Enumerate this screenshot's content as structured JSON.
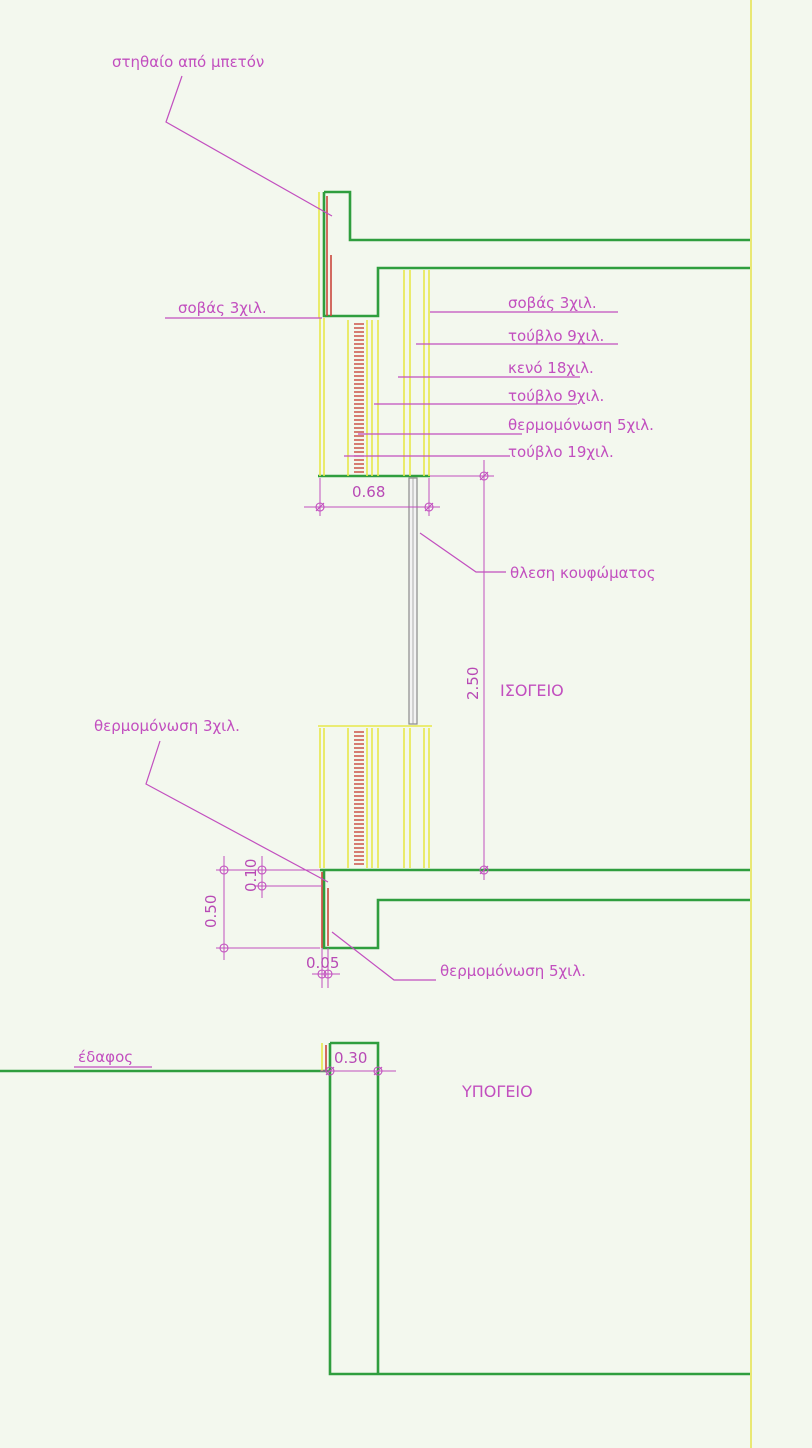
{
  "labels": {
    "parapet": "στηθαίο από μπετόν",
    "plaster_left": "σοβάς 3χιλ.",
    "layer_plaster": "σοβάς 3χιλ.",
    "layer_brick_9a": "τούβλο 9χιλ.",
    "layer_gap": "κενό 18χιλ.",
    "layer_brick_9b": "τούβλο 9χιλ.",
    "layer_insulation_5": "θερμομόνωση 5χιλ.",
    "layer_brick_19": "τούβλο 19χιλ.",
    "frame_seat": "θλεση κουφώματος",
    "ground_floor": "ΙΣΟΓΕΙΟ",
    "insulation_3": "θερμομόνωση 3χιλ.",
    "insulation_5_bottom": "θερμομόνωση 5χιλ.",
    "ground": "έδαφος",
    "basement": "ΥΠΟΓΕΙΟ"
  },
  "dimensions": {
    "wall_thickness": "0.68",
    "opening_height": "2.50",
    "beam_depth": "0.50",
    "slab_offset": "0.10",
    "insulation_gap": "0.05",
    "foundation_wall": "0.30"
  },
  "colors": {
    "wall_outline": "#2f9e3e",
    "layer_lines": "#e8e84a",
    "hatch": "#c9463c",
    "annotation": "#c24fbf",
    "paper": "#f3f8ee"
  }
}
